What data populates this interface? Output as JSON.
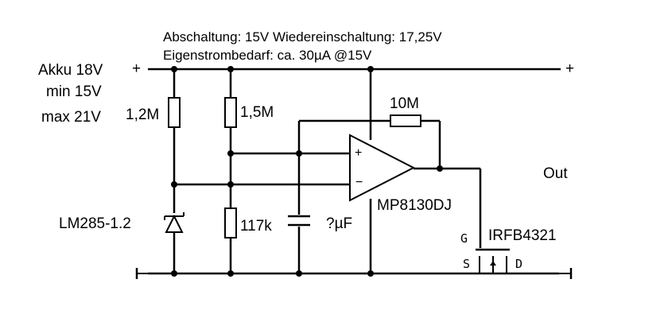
{
  "notes": {
    "line1": "Abschaltung: 15V  Wiedereinschaltung: 17,25V",
    "line2": "Eigenstrombedarf: ca. 30µA @15V"
  },
  "supply": {
    "name": "Akku 18V",
    "min": "min 15V",
    "max": "max 21V"
  },
  "components": {
    "r1": "1,2M",
    "r2": "1,5M",
    "r_feedback": "10M",
    "r3": "117k",
    "capacitor": "?µF",
    "reference": "LM285-1.2",
    "opamp": "MP8130DJ",
    "mosfet": "IRFB4321"
  },
  "pins": {
    "gate": "G",
    "source": "S",
    "drain": "D",
    "plus_in": "+",
    "minus_in": "−"
  },
  "terminals": {
    "plus_left": "+",
    "plus_right": "+",
    "out": "Out"
  }
}
